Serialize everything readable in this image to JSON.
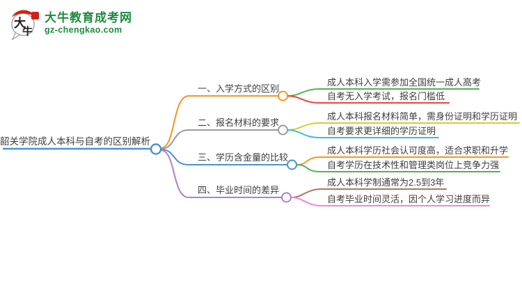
{
  "logo": {
    "icon_chars": "大牛",
    "site_name": "大牛教育成考网",
    "site_url": "gz-chengkao.com",
    "brand_green": "#1d8a3f",
    "brand_red": "#cf2318"
  },
  "mindmap": {
    "text_color": "#3d3d3d",
    "root": {
      "label": "韶关学院成人本科与自考的区别解析",
      "color": "#4a90d2"
    },
    "branches": [
      {
        "label": "一、入学方式的区别",
        "color": "#f79422",
        "children": [
          {
            "label": "成人本科入学需参加全国统一成人高考",
            "color": "#52b153"
          },
          {
            "label": "自考无入学考试，报名门槛低",
            "color": "#e8433a"
          }
        ]
      },
      {
        "label": "二、报名材料的要求",
        "color": "#9a9a9a",
        "children": [
          {
            "label": "成人本科报名材料简单，需身份证明和学历证明",
            "color": "#d9cb2f"
          },
          {
            "label": "自考要求更详细的学历证明",
            "color": "#35bedb"
          }
        ]
      },
      {
        "label": "三、学历含金量的比较",
        "color": "#4a90d2",
        "children": [
          {
            "label": "成人本科学历社会认可度高，适合求职和升学",
            "color": "#f79422"
          },
          {
            "label": "自考学历在技术性和管理类岗位上竞争力强",
            "color": "#52b153"
          }
        ]
      },
      {
        "label": "四、毕业时间的差异",
        "color": "#ab7fd6",
        "children": [
          {
            "label": "成人本科学制通常为2.5到3年",
            "color": "#a87768"
          },
          {
            "label": "自考毕业时间灵活，因个人学习进度而异",
            "color": "#f487c5"
          }
        ]
      }
    ]
  }
}
